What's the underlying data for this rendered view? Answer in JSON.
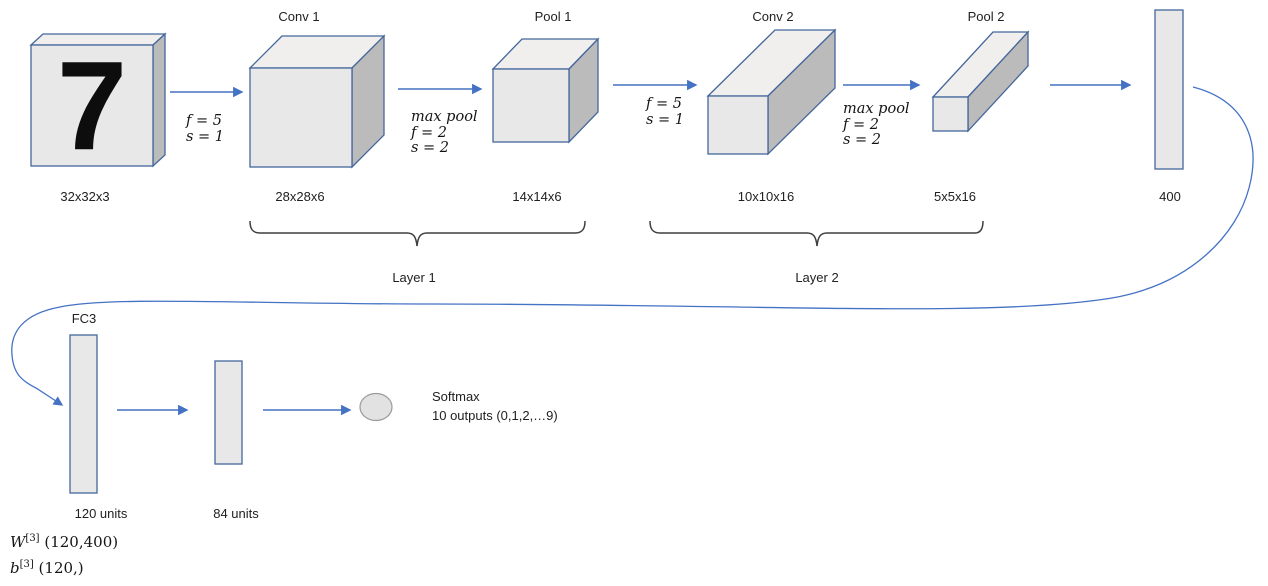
{
  "colors": {
    "accent_blue": "#4472c4",
    "box_stroke": "#44679b",
    "face_front": "#e9e8e8",
    "face_top": "#f0efee",
    "face_side": "#bcbbbb",
    "brace": "#3f3f3f"
  },
  "input": {
    "digit": "7",
    "dims": "32x32x3"
  },
  "conv1": {
    "title": "Conv 1",
    "dims": "28x28x6"
  },
  "pool1": {
    "title": "Pool 1",
    "dims": "14x14x6"
  },
  "conv2": {
    "title": "Conv 2",
    "dims": "10x10x16"
  },
  "pool2": {
    "title": "Pool 2",
    "dims": "5x5x16"
  },
  "flatten": {
    "dims": "400"
  },
  "conv1_params": {
    "line1": "f = 5",
    "line2": "s = 1"
  },
  "pool1_params": {
    "line1": "max pool",
    "line2": "f = 2",
    "line3": "s = 2"
  },
  "conv2_params": {
    "line1": "f = 5",
    "line2": "s = 1"
  },
  "pool2_params": {
    "line1": "max pool",
    "line2": "f = 2",
    "line3": "s = 2"
  },
  "layers": {
    "layer1": "Layer 1",
    "layer2": "Layer 2"
  },
  "fc3": {
    "title": "FC3",
    "units": "120 units"
  },
  "fc4": {
    "units": "84 units"
  },
  "softmax": {
    "title": "Softmax",
    "outputs": "10 outputs (0,1,2,…9)"
  },
  "weights": {
    "w_symbol": "W",
    "w_sup": "[3]",
    "w_shape": " (120,400)",
    "b_symbol": "b",
    "b_sup": "[3]",
    "b_shape": " (120,)"
  }
}
